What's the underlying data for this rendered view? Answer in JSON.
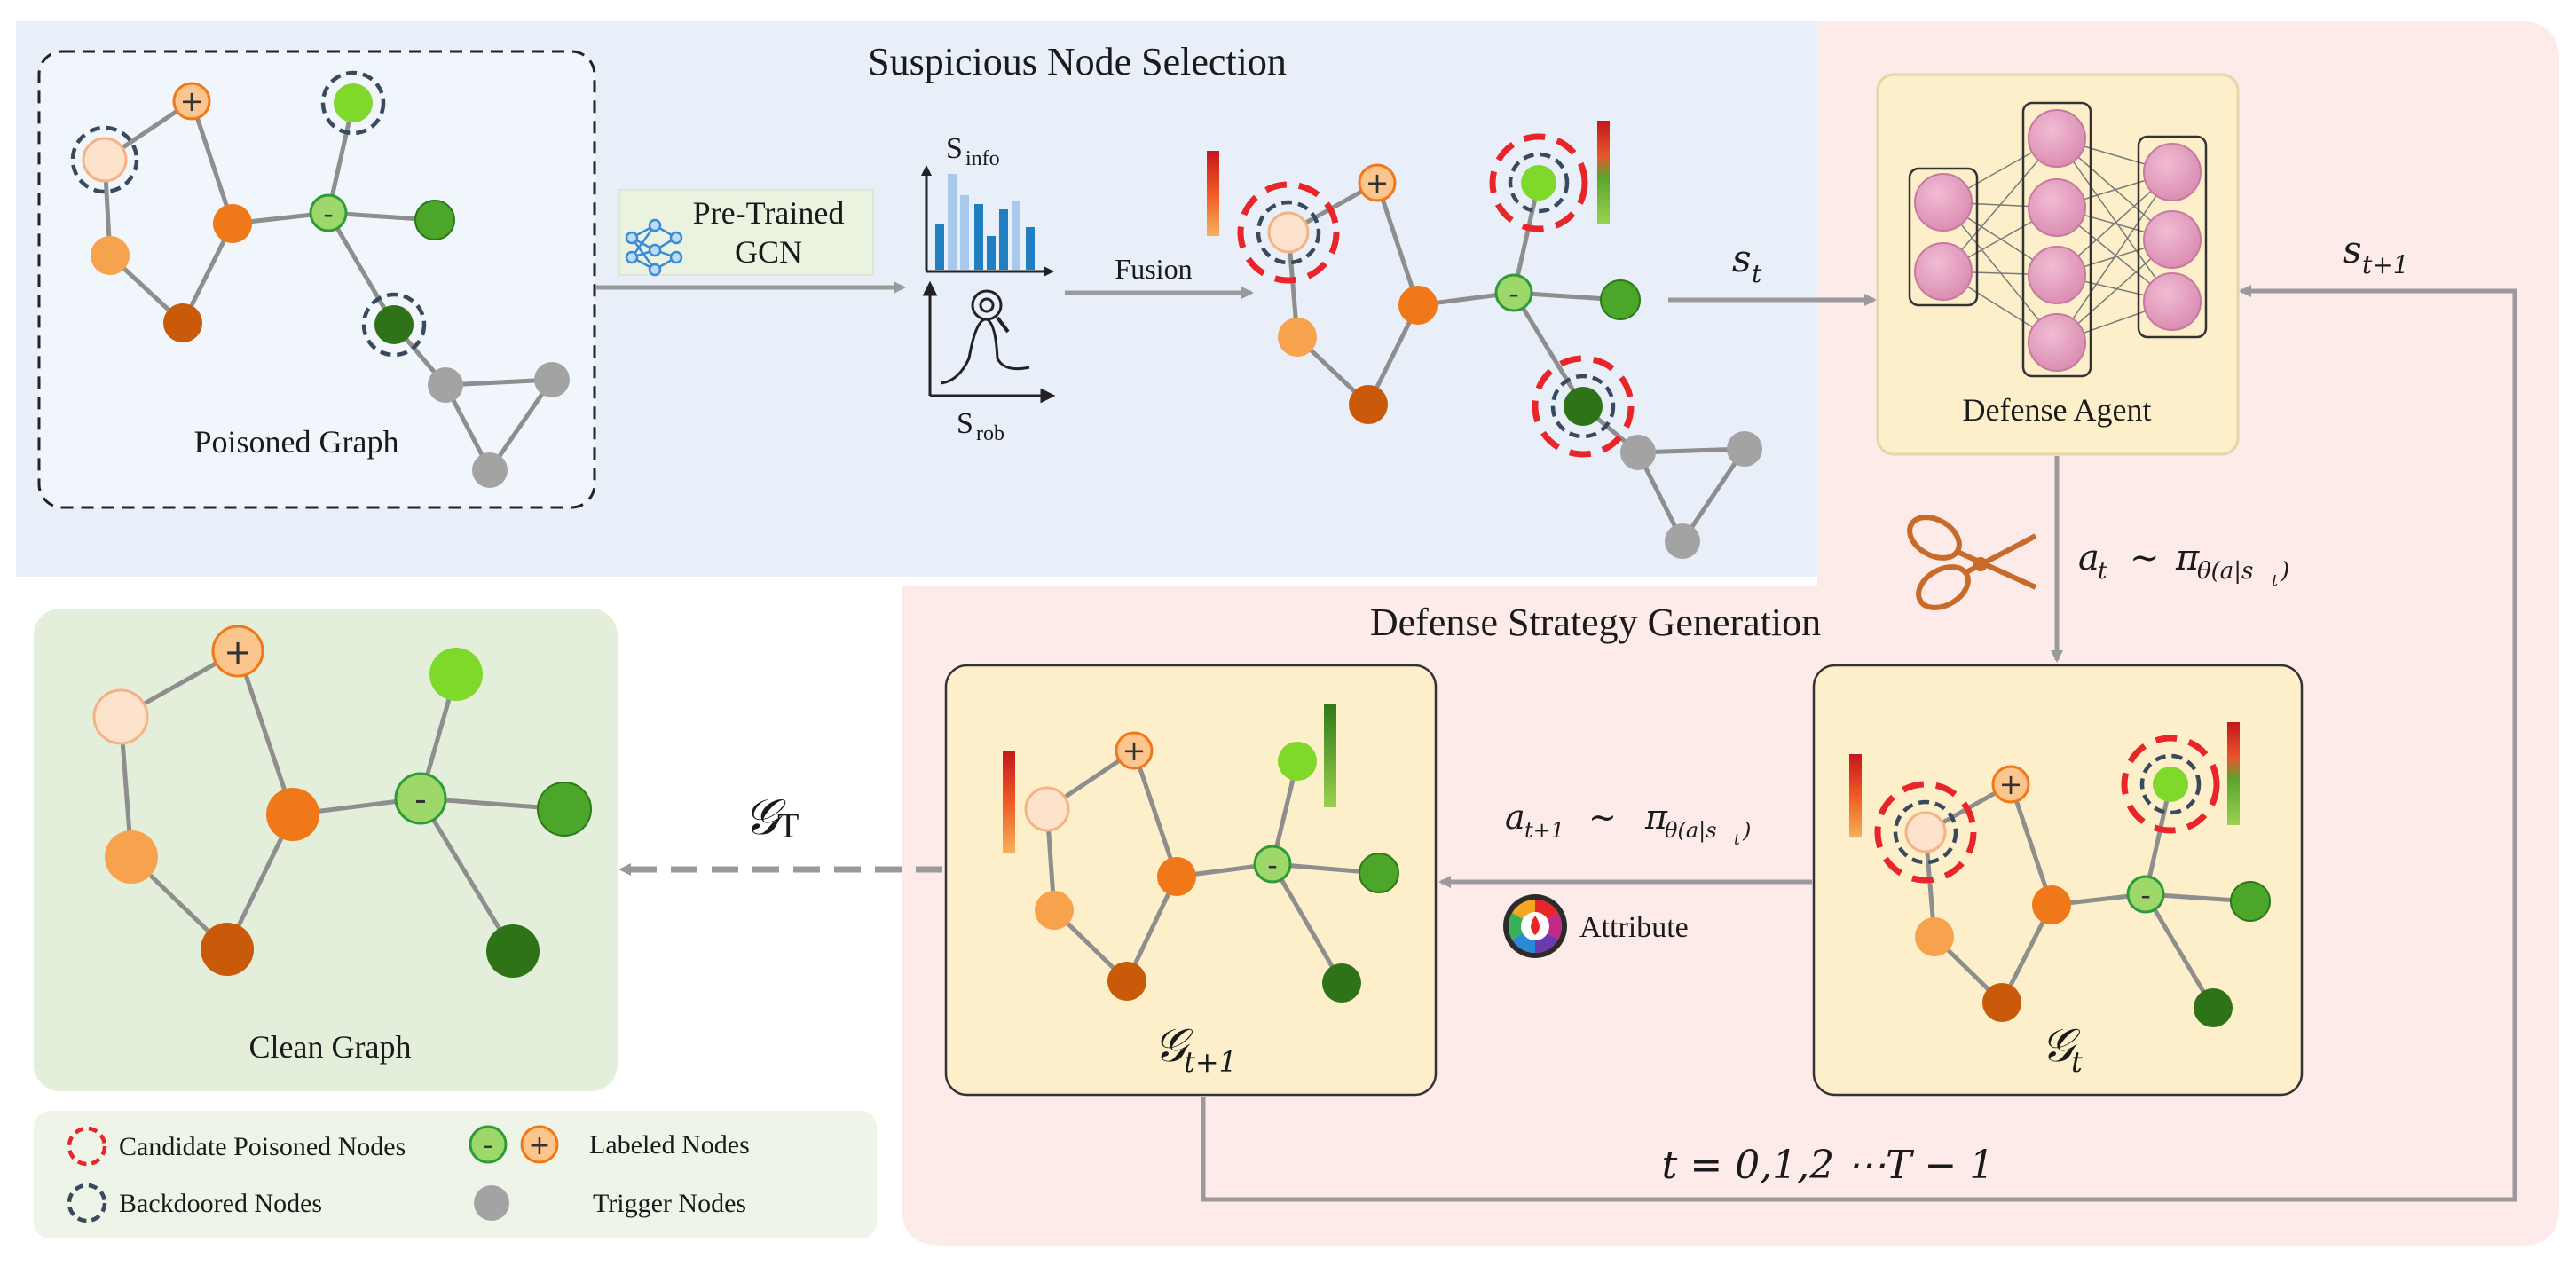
{
  "sections": {
    "selection_title": "Suspicious Node Selection",
    "strategy_title": "Defense Strategy Generation"
  },
  "labels": {
    "poisoned_graph": "Poisoned Graph",
    "pretrained_line1": "Pre-Trained",
    "pretrained_line2": "GCN",
    "s_info": "S",
    "s_info_sub": "info",
    "s_rob": "S",
    "s_rob_sub": "rob",
    "fusion": "Fusion",
    "defense_agent": "Defense Agent",
    "attribute": "Attribute",
    "clean_graph": "Clean Graph"
  },
  "math": {
    "s_t": "s",
    "s_t_sub": "t",
    "s_t1": "s",
    "s_t1_sub": "t+1",
    "a_t": "a",
    "a_t_sub": "t",
    "tilde": "∼",
    "pi": "π",
    "pi_sub_at": "θ(a|s",
    "pi_sub_at_inner": "t",
    "pi_sub_close": ")",
    "a_t1": "a",
    "a_t1_sub": "t+1",
    "g_T": "𝒢",
    "g_T_sub": "T",
    "g_t": "𝒢",
    "g_t_sub": "t",
    "g_t1": "𝒢",
    "g_t1_sub": "t+1",
    "time_range": "t = 0,1,2 ⋯T − 1"
  },
  "legend": {
    "candidate": "Candidate Poisoned Nodes",
    "labeled": "Labeled Nodes",
    "backdoored": "Backdoored Nodes",
    "trigger": "Trigger Nodes",
    "minus": "-",
    "plus": "+"
  },
  "colors": {
    "selection_bg": "#e8eff9",
    "strategy_bg": "#fcebe8",
    "clean_bg": "#e3efda",
    "legend_bg": "#eef4e8",
    "agent_bg": "#fcefc9",
    "orange": "#f07818",
    "light_orange": "#f7a24d",
    "dark_orange": "#c85a0a",
    "pale_orange": "#fde2cc",
    "light_green": "#7fd92b",
    "green": "#4ca62a",
    "dark_green": "#2f7318",
    "grey": "#a3a3a3",
    "red_dash": "#e8262a",
    "navy_dash": "#3a4a5e",
    "neuron": "#e8a0c0",
    "arrow": "#999999"
  },
  "icons": {
    "scissors": "scissors-icon",
    "network": "neural-network-icon",
    "bar_chart": "bar-chart-icon",
    "magnifier": "magnifier-icon",
    "palette": "color-wheel-icon"
  }
}
